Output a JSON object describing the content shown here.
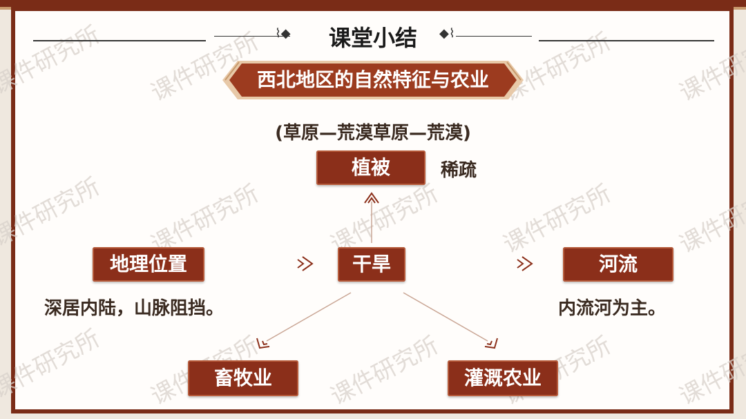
{
  "slide": {
    "header": "课堂小结",
    "topic": "西北地区的自然特征与农业",
    "vegetation_sequence": "(草原—荒漠草原—荒漠)",
    "watermark": "课件研究所"
  },
  "nodes": {
    "vegetation": {
      "label": "植被",
      "note": "稀疏"
    },
    "location": {
      "label": "地理位置",
      "note": "深居内陆，山脉阻挡。"
    },
    "arid": {
      "label": "干旱"
    },
    "river": {
      "label": "河流",
      "note": "内流河为主。"
    },
    "livestock": {
      "label": "畜牧业"
    },
    "irrigation": {
      "label": "灌溉农业"
    }
  },
  "colors": {
    "frame": "#7a2c17",
    "box": "#8b2f1a",
    "banner": "#9c3b1f",
    "text": "#3a2a20"
  }
}
